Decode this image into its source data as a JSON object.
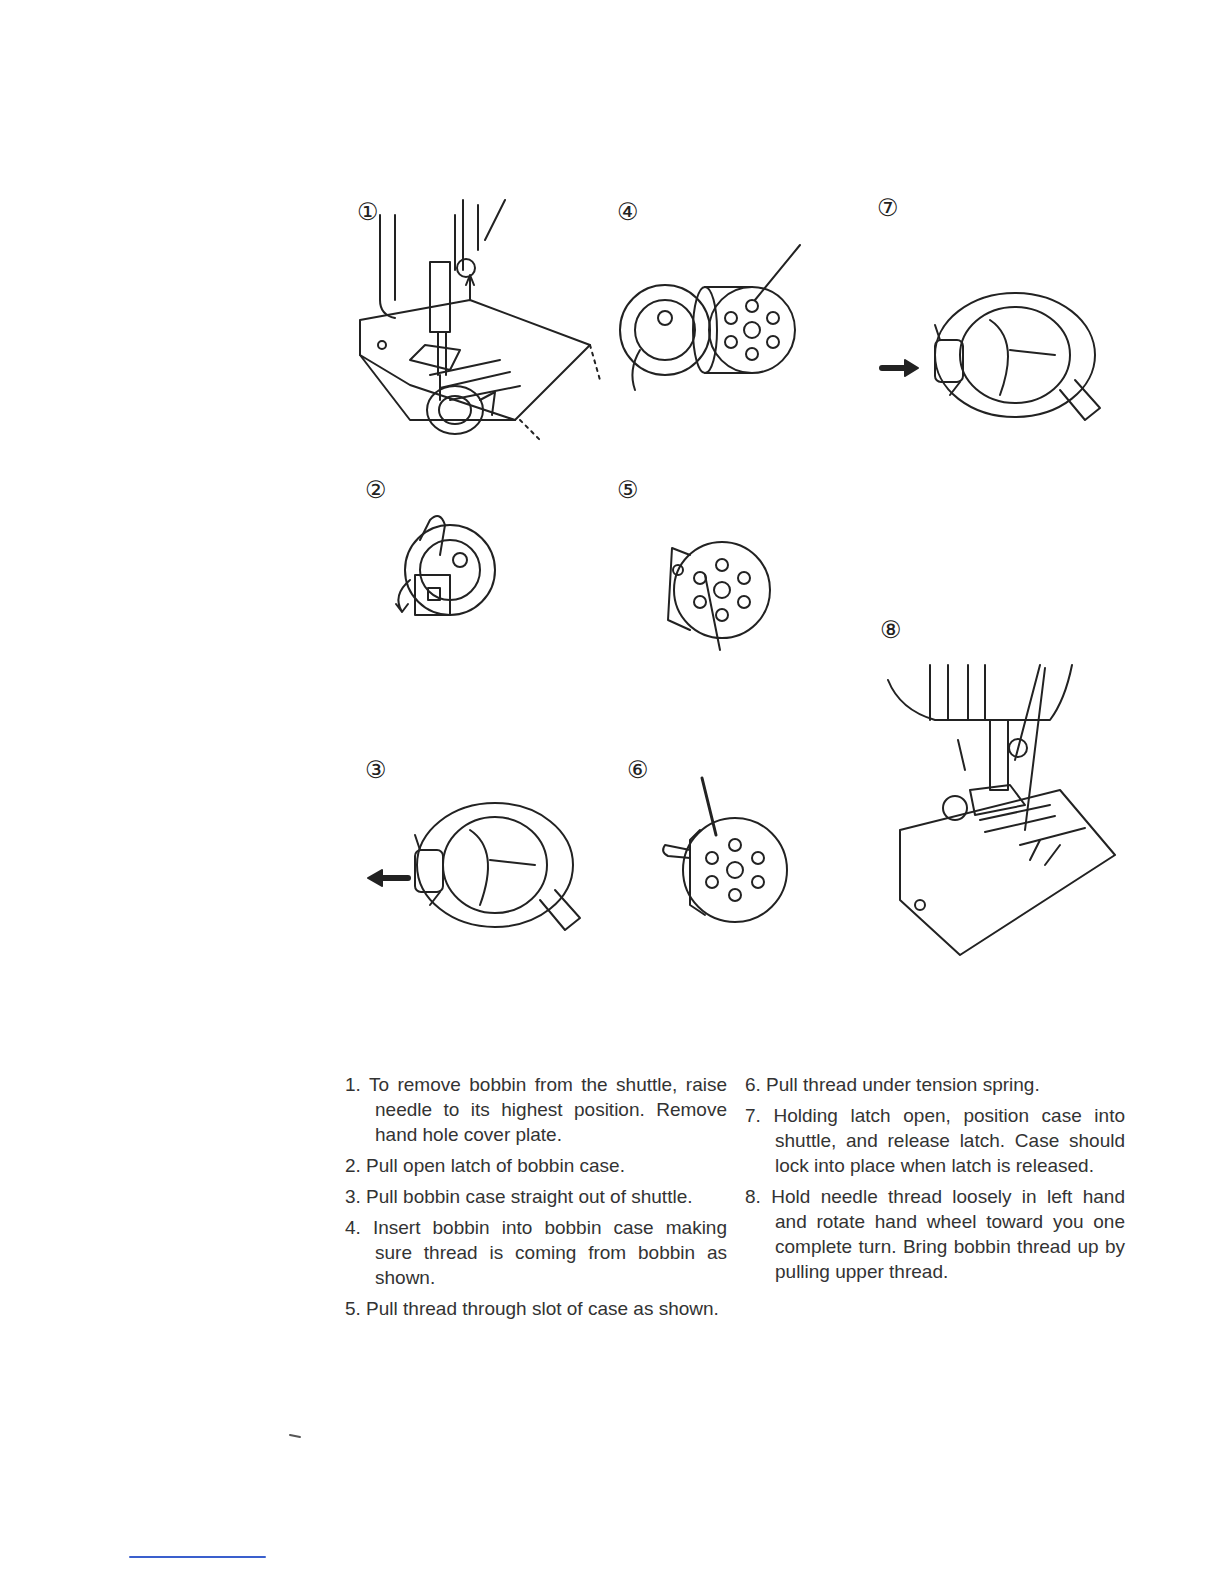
{
  "diagram": {
    "labels": [
      "①",
      "④",
      "⑦",
      "②",
      "⑤",
      "⑧",
      "③",
      "⑥",
      "1. To remove bobbin from the shuttle, raise needle to its highest position. Remove hand hole cover plate.",
      "2. Pull open latch of bobbin case.",
      "3. Pull bobbin case straight out of shuttle.",
      "4. Insert bobbin into bobbin case making sure thread is coming from bobbin as shown.",
      "5. Pull thread through slot of case as shown.",
      "6. Pull thread under tension spring.",
      "7. Holding latch open, position case into shuttle, and release latch. Case should lock into place when latch is released.",
      "8. Hold needle thread loosely in left hand and rotate hand wheel toward you one complete turn. Bring bobbin thread up by pulling upper thread."
    ]
  }
}
